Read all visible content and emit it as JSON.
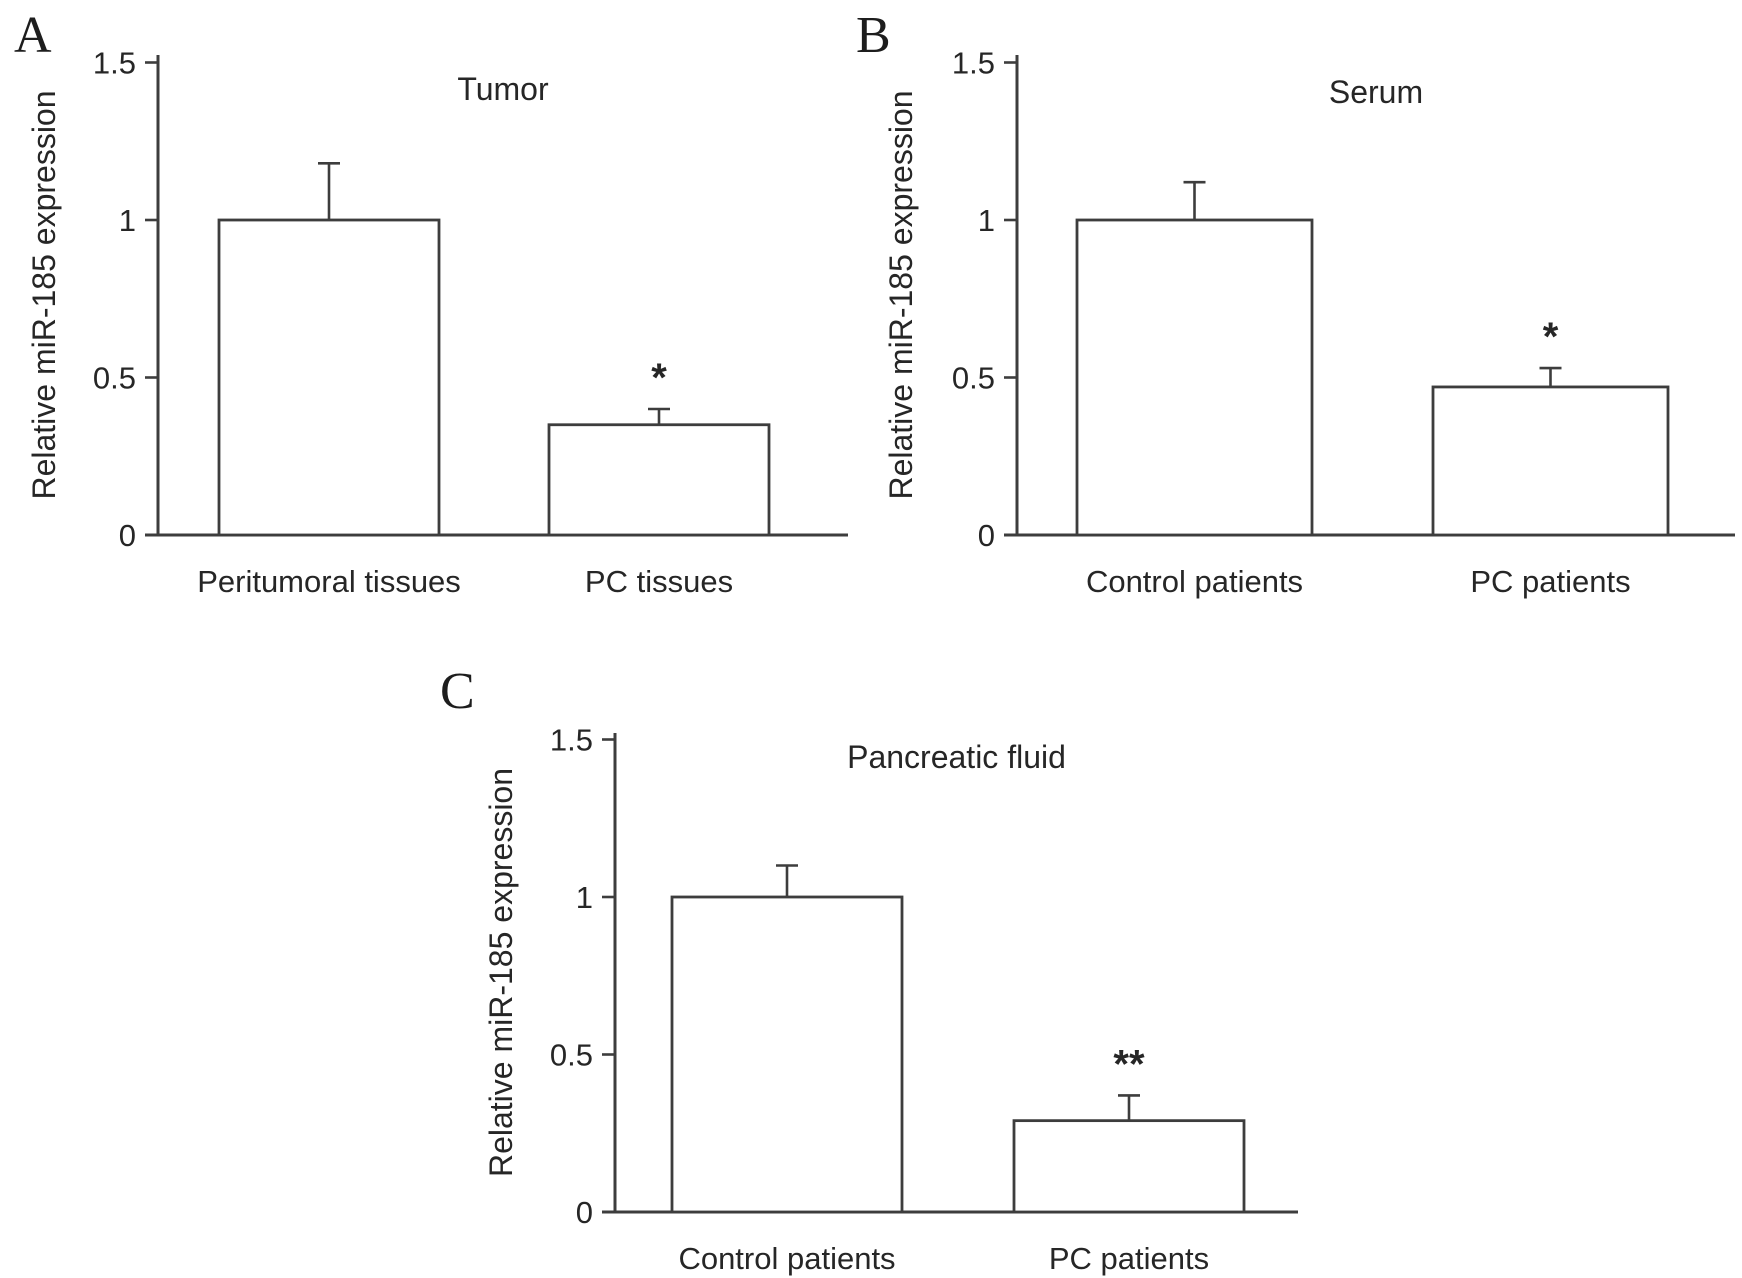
{
  "figure": {
    "background": "#ffffff",
    "text_color": "#262626",
    "line_color": "#3d3d3d",
    "bar_fill": "#ffffff"
  },
  "chart_data": [
    {
      "type": "bar",
      "panel_label": "A",
      "title": "Tumor",
      "ylabel": "Relative miR-185 expression",
      "xlabel": "",
      "categories": [
        "Peritumoral tissues",
        "PC tissues"
      ],
      "values": [
        1.0,
        0.35
      ],
      "error_up": [
        0.18,
        0.05
      ],
      "significance": [
        "",
        "*"
      ],
      "yticks": [
        0,
        0.5,
        1,
        1.5
      ],
      "ytick_labels": [
        "0",
        "0.5",
        "1",
        "1.5"
      ],
      "ylim": [
        0,
        1.5
      ],
      "grid": false,
      "legend": "none"
    },
    {
      "type": "bar",
      "panel_label": "B",
      "title": "Serum",
      "ylabel": "Relative miR-185 expression",
      "xlabel": "",
      "categories": [
        "Control patients",
        "PC patients"
      ],
      "values": [
        1.0,
        0.47
      ],
      "error_up": [
        0.12,
        0.06
      ],
      "significance": [
        "",
        "*"
      ],
      "yticks": [
        0,
        0.5,
        1,
        1.5
      ],
      "ytick_labels": [
        "0",
        "0.5",
        "1",
        "1.5"
      ],
      "ylim": [
        0,
        1.5
      ],
      "grid": false,
      "legend": "none"
    },
    {
      "type": "bar",
      "panel_label": "C",
      "title": "Pancreatic fluid",
      "ylabel": "Relative miR-185 expression",
      "xlabel": "",
      "categories": [
        "Control patients",
        "PC patients"
      ],
      "values": [
        1.0,
        0.29
      ],
      "error_up": [
        0.1,
        0.08
      ],
      "significance": [
        "",
        "**"
      ],
      "yticks": [
        0,
        0.5,
        1,
        1.5
      ],
      "ytick_labels": [
        "0",
        "0.5",
        "1",
        "1.5"
      ],
      "ylim": [
        0,
        1.5
      ],
      "grid": false,
      "legend": "none"
    }
  ]
}
